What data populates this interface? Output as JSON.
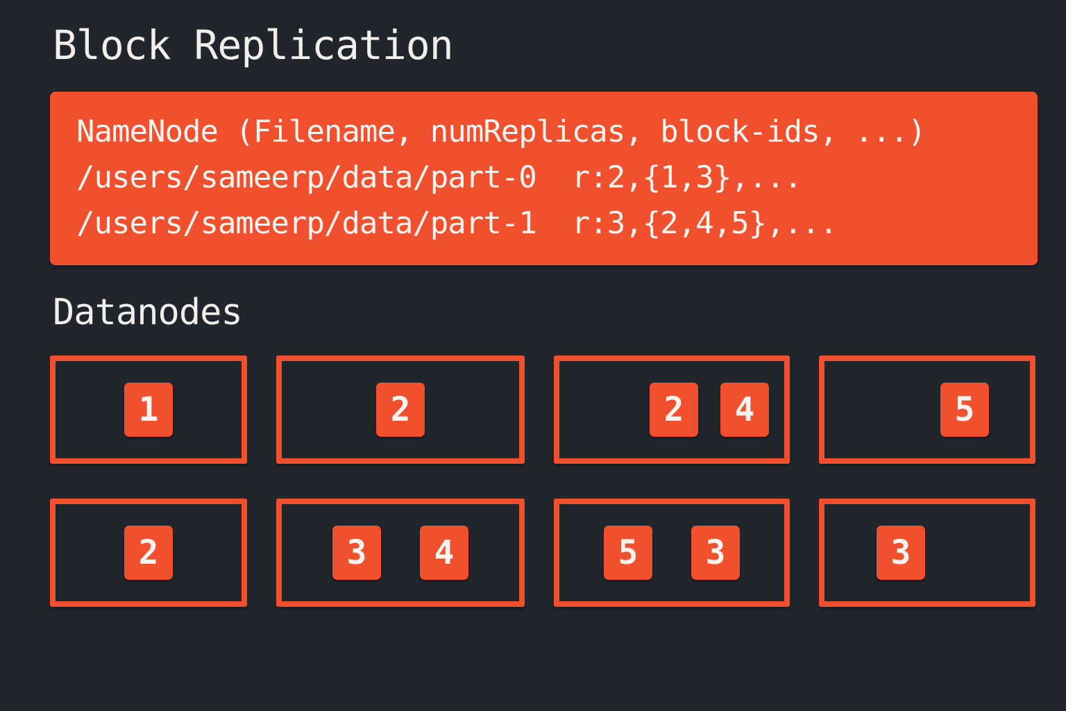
{
  "title": "Block Replication",
  "namenode": {
    "lines": [
      "NameNode (Filename, numReplicas, block-ids, ...)",
      "/users/sameerp/data/part-0  r:2,{1,3},...",
      "/users/sameerp/data/part-1  r:3,{2,4,5},..."
    ]
  },
  "datanodes": {
    "heading": "Datanodes",
    "rows": [
      [
        {
          "blocks": [
            "1"
          ],
          "align": "center",
          "gap": "sm"
        },
        {
          "blocks": [
            "2"
          ],
          "align": "center",
          "gap": "sm"
        },
        {
          "blocks": [
            "2",
            "4"
          ],
          "align": "right",
          "gap": "sm"
        },
        {
          "blocks": [
            "5"
          ],
          "align": "right",
          "gap": "sm"
        }
      ],
      [
        {
          "blocks": [
            "2"
          ],
          "align": "center",
          "gap": "sm"
        },
        {
          "blocks": [
            "3",
            "4"
          ],
          "align": "center",
          "gap": "lg"
        },
        {
          "blocks": [
            "5",
            "3"
          ],
          "align": "center",
          "gap": "lg"
        },
        {
          "blocks": [
            "3"
          ],
          "align": "left",
          "gap": "sm"
        }
      ]
    ]
  },
  "colors": {
    "background": "#21252c",
    "accent": "#f1502f",
    "text": "#f2efeb",
    "panel_text": "#f7f4f0"
  }
}
